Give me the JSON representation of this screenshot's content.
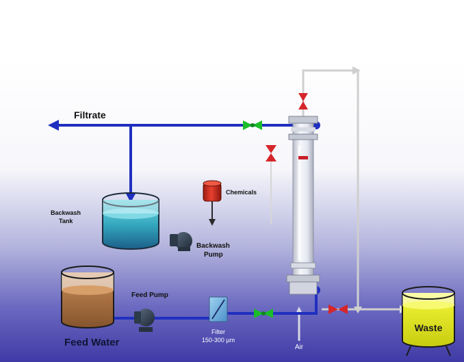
{
  "diagram": {
    "labels": {
      "filtrate": "Filtrate",
      "backwash_tank": [
        "Backwash",
        "Tank"
      ],
      "chemicals": "Chemicals",
      "backwash_pump": [
        "Backwash",
        "Pump"
      ],
      "feed_pump": "Feed Pump",
      "filter": [
        "Filter",
        "150-300 µm"
      ],
      "air": "Air",
      "feed_water": "Feed Water",
      "waste": "Waste"
    },
    "colors": {
      "pipe_main": "#1f2fbf",
      "pipe_return": "#c8c8c8",
      "valve_open": "#1bbd2a",
      "valve_closed": "#d6262a",
      "backwash_water": "#3fb3c4",
      "feed_water": "#b0774a",
      "waste_fluid": "#e8ee1a",
      "chemical": "#d42a1f",
      "background_bottom": "#3f3aa6"
    }
  }
}
